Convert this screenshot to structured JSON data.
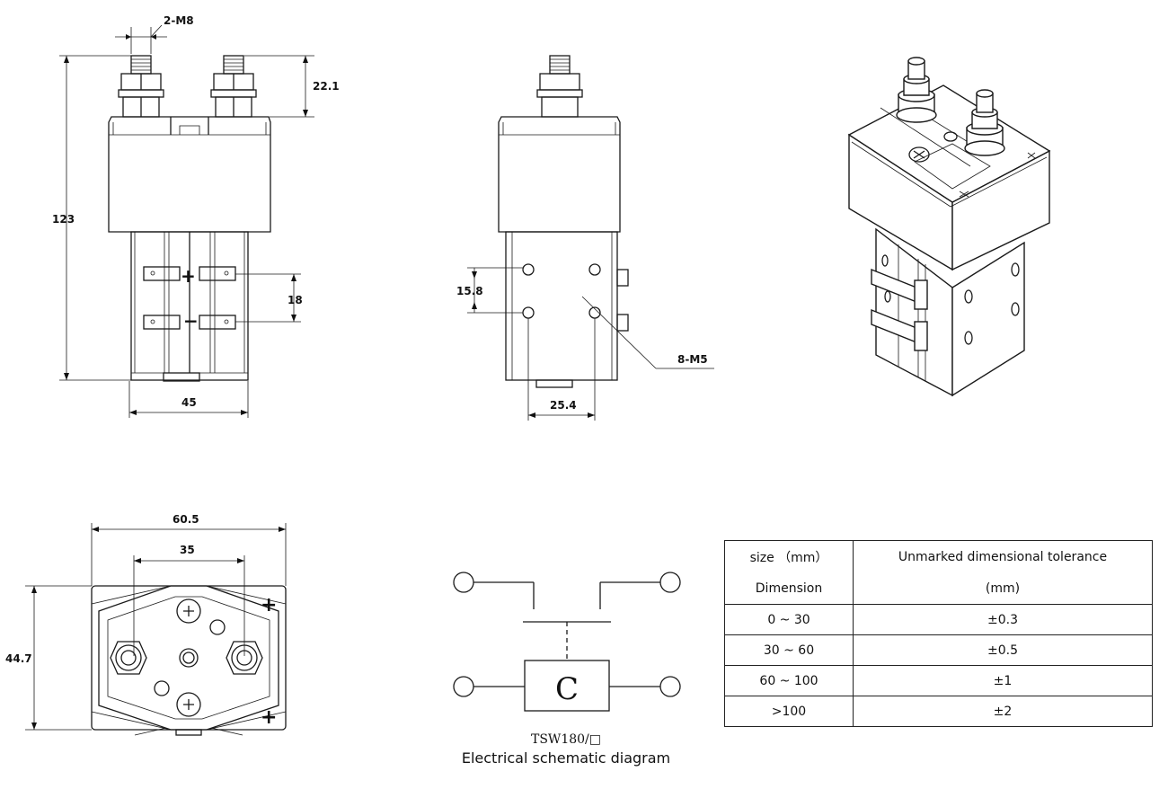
{
  "views": {
    "front": {
      "thread": "2-M8",
      "terminal_height": "22.1",
      "overall_height": "123",
      "width": "45",
      "aux_spacing": "18"
    },
    "side": {
      "hole_spacing_v": "15.8",
      "hole_spacing_h": "25.4",
      "mount_holes": "8-M5"
    },
    "top": {
      "overall_width": "60.5",
      "terminal_spacing": "35",
      "depth": "44.7"
    }
  },
  "schematic": {
    "coil_label": "C",
    "model": "TSW180/□",
    "caption": "Electrical schematic diagram"
  },
  "tolerance_table": {
    "header": {
      "col1_line1": "size （mm）",
      "col1_line2": "Dimension",
      "col2_line1": "Unmarked dimensional tolerance",
      "col2_line2": "(mm)"
    },
    "rows": [
      {
        "size": "0 ~ 30",
        "tol": "±0.3"
      },
      {
        "size": "30 ~ 60",
        "tol": "±0.5"
      },
      {
        "size": "60 ~ 100",
        "tol": "±1"
      },
      {
        "size": ">100",
        "tol": "±2"
      }
    ]
  }
}
